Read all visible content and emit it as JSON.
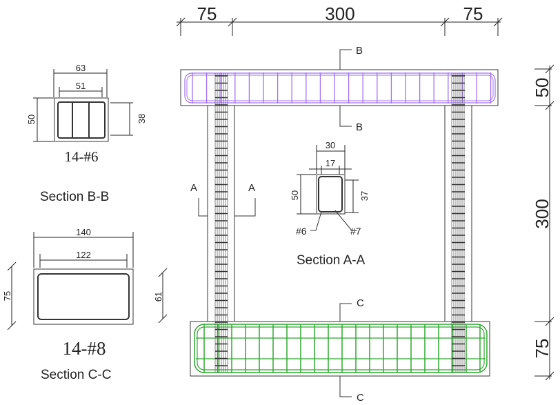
{
  "elevation": {
    "top_dims": [
      "75",
      "300",
      "75"
    ],
    "right_dims": [
      "50",
      "300",
      "75"
    ],
    "section_marks": {
      "b": "B",
      "c": "C",
      "a": "A"
    }
  },
  "section_aa": {
    "title": "Section A-A",
    "dims": {
      "width": "30",
      "inner": "17",
      "height": "50",
      "inner_height": "37"
    },
    "bar_labels": [
      "#6",
      "#7"
    ]
  },
  "section_bb": {
    "title": "Section B-B",
    "rebar": "14-#6",
    "dims": {
      "width": "63",
      "inner": "51",
      "height": "50",
      "inner_height": "38"
    }
  },
  "section_cc": {
    "title": "Section C-C",
    "rebar": "14-#8",
    "dims": {
      "width": "140",
      "inner": "122",
      "height": "75",
      "inner_height": "61"
    }
  },
  "colors": {
    "top_beam_cage": "#a070f0",
    "bottom_beam_cage": "#2ea82e",
    "lines": "#222222"
  }
}
